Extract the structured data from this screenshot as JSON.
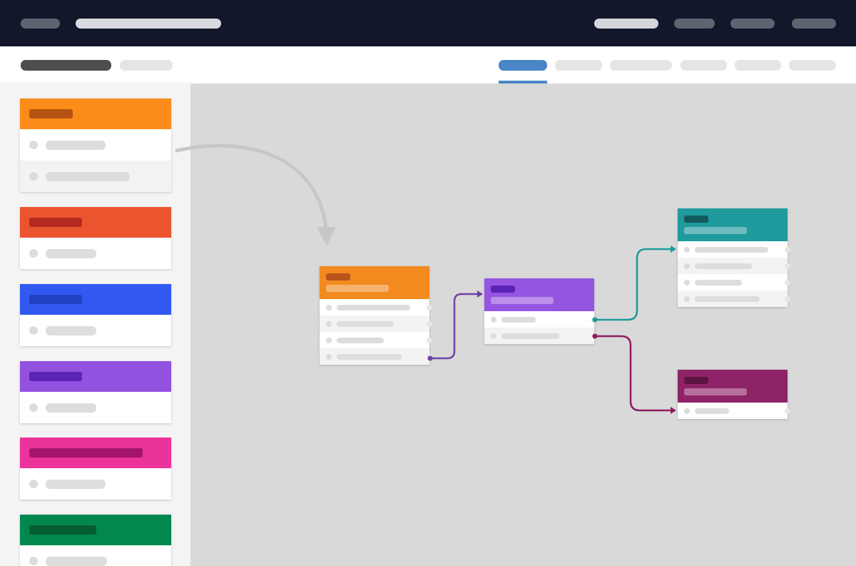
{
  "colors": {
    "topbar_bg": "#12172b",
    "topbar_pill": "#5f6470",
    "topbar_pill_light": "#d4d6da",
    "title_pill": "#d9dbe0",
    "toolbar_dark": "#4d4d4d",
    "toolbar_light": "#e5e5e5",
    "active_tab": "#4a86c6",
    "arrow": "#c7c7c7"
  },
  "templates": [
    {
      "name": "orange-template",
      "color": "#fb8c1a",
      "label_color": "#b65310",
      "label_w": 61,
      "rows": [
        84,
        118
      ]
    },
    {
      "name": "red-orange-template",
      "color": "#ea5530",
      "label_color": "#b42a21",
      "label_w": 74,
      "rows": [
        71
      ]
    },
    {
      "name": "blue-template",
      "color": "#3158f0",
      "label_color": "#2240c2",
      "label_w": 74,
      "rows": [
        71
      ]
    },
    {
      "name": "purple-template",
      "color": "#9252e0",
      "label_color": "#5b24b4",
      "label_w": 74,
      "rows": [
        71
      ]
    },
    {
      "name": "pink-template",
      "color": "#ec339b",
      "label_color": "#a3146c",
      "label_w": 159,
      "rows": [
        84
      ]
    },
    {
      "name": "green-template",
      "color": "#02884e",
      "label_color": "#075d33",
      "label_w": 94,
      "rows": [
        86
      ]
    }
  ],
  "nodes": [
    {
      "name": "orange-node",
      "color": "#f28a1f",
      "t1_color": "#b8551a",
      "t1_w": 34,
      "t2_w": 88,
      "rows": [
        103,
        80,
        66,
        91
      ]
    },
    {
      "name": "purple-node",
      "color": "#9555e1",
      "t1_color": "#5a22b6",
      "t1_w": 34,
      "t2_w": 88,
      "rows": [
        48,
        81
      ]
    },
    {
      "name": "teal-node",
      "color": "#1f9a9d",
      "t1_color": "#135a5d",
      "t1_w": 34,
      "t2_w": 88,
      "rows": [
        103,
        80,
        66,
        91
      ]
    },
    {
      "name": "magenta-node",
      "color": "#8e2467",
      "t1_color": "#5d1442",
      "t1_w": 34,
      "t2_w": 88,
      "rows": [
        48
      ]
    }
  ],
  "links": [
    {
      "name": "link-orange-to-purple",
      "color": "#6d43a8"
    },
    {
      "name": "link-purple-to-teal",
      "color": "#1d9a9a"
    },
    {
      "name": "link-purple-to-magenta",
      "color": "#8c1e5f"
    }
  ]
}
